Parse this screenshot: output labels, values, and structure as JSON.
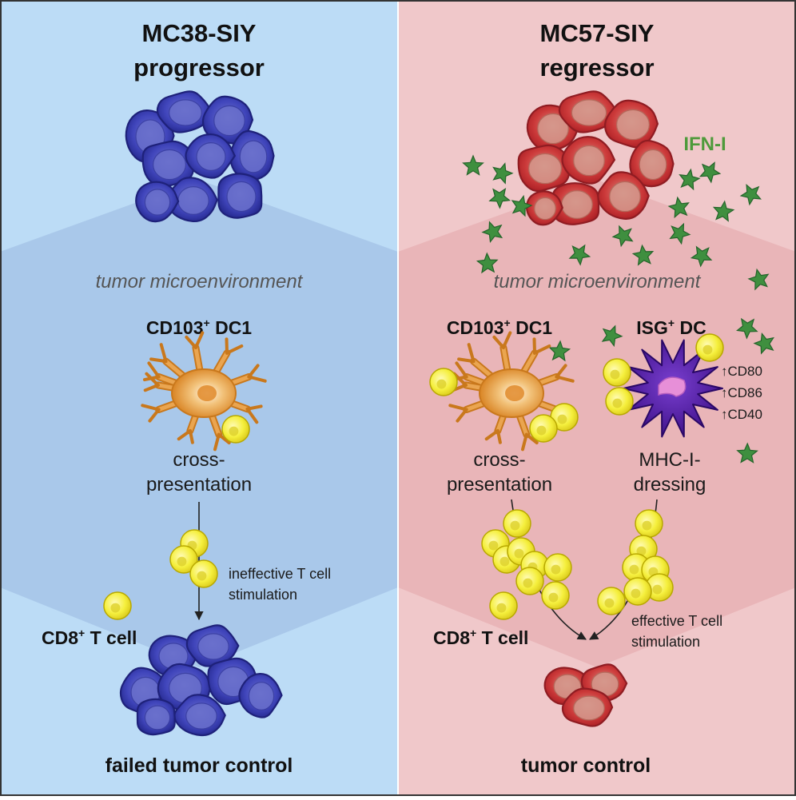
{
  "colors": {
    "left_bg": "#bcdcf6",
    "left_band": "#a9c8ea",
    "right_bg": "#f0c8ca",
    "right_band": "#e9b5b8",
    "tumor_blue": "#3a3fb8",
    "tumor_red": "#c9353a",
    "dc_orange": "#e99a40",
    "isg_purple": "#4a1a9a",
    "tcell_yellow": "#f3ec3a",
    "star_green": "#3f8f3f",
    "ifn_green": "#4e9a3b"
  },
  "left": {
    "title_line1": "MC38-SIY",
    "title_line2": "progressor",
    "microenvironment": "tumor microenvironment",
    "dc_label": "CD103",
    "dc_label_sup": "+",
    "dc_label_rest": " DC1",
    "process_line1": "cross-",
    "process_line2": "presentation",
    "stim_line1": "ineffective T cell",
    "stim_line2": "stimulation",
    "tcell_label": "CD8",
    "tcell_label_sup": "+",
    "tcell_label_rest": " T cell",
    "outcome": "failed tumor control"
  },
  "right": {
    "title_line1": "MC57-SIY",
    "title_line2": "regressor",
    "ifn_label": "IFN-I",
    "microenvironment": "tumor microenvironment",
    "dc_label": "CD103",
    "dc_label_sup": "+",
    "dc_label_rest": " DC1",
    "isg_label": "ISG",
    "isg_label_sup": "+",
    "isg_label_rest": " DC",
    "markers": [
      "↑CD80",
      "↑CD86",
      "↑CD40"
    ],
    "process_line1": "cross-",
    "process_line2": "presentation",
    "dressing_line1": "MHC-I-",
    "dressing_line2": "dressing",
    "stim_line1": "effective T cell",
    "stim_line2": "stimulation",
    "tcell_label": "CD8",
    "tcell_label_sup": "+",
    "tcell_label_rest": " T cell",
    "outcome": "tumor control"
  }
}
